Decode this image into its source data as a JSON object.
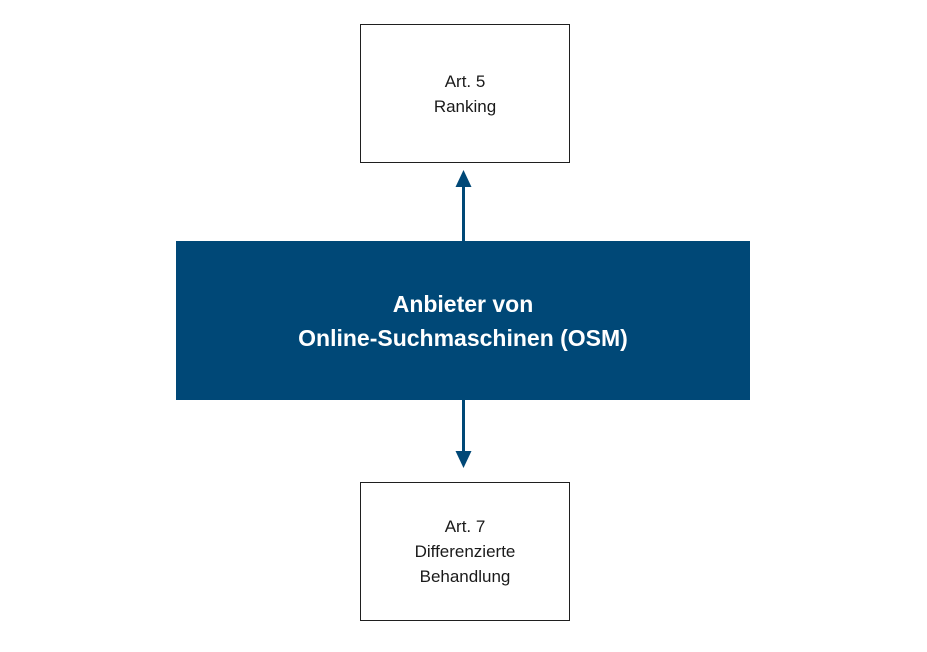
{
  "diagram": {
    "title_hint": "OSM obligations diagram",
    "colors": {
      "center_box_fill": "#004877",
      "center_box_text": "#ffffff",
      "arrow": "#004877",
      "plain_box_border": "#1f1f1f",
      "plain_box_text": "#1a1a1a",
      "background": "#ffffff"
    },
    "top_box": {
      "lines": {
        "0": "Art. 5",
        "1": "Ranking"
      }
    },
    "center_box": {
      "lines": {
        "0": "Anbieter von",
        "1": "Online-Suchmaschinen (OSM)"
      }
    },
    "bottom_box": {
      "lines": {
        "0": "Art. 7",
        "1": "Differenzierte",
        "2": "Behandlung"
      }
    },
    "arrows": {
      "up": "arrow pointing up from center box to Art. 5 box",
      "down": "arrow pointing down from center box to Art. 7 box"
    }
  }
}
